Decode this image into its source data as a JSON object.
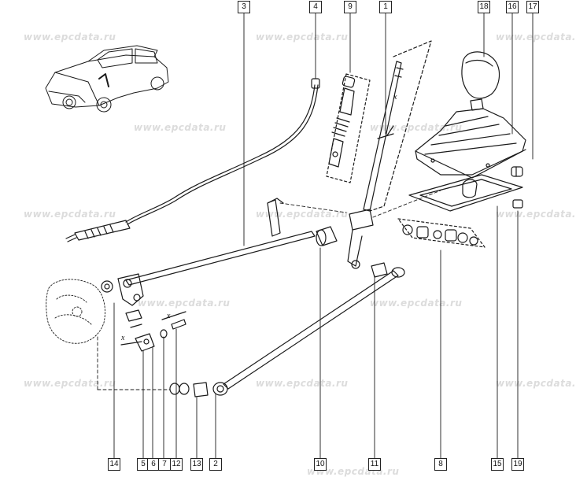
{
  "watermark": "www.epcdata.ru",
  "callouts": {
    "top": [
      "3",
      "4",
      "9",
      "1",
      "18",
      "16",
      "17"
    ],
    "bottom": [
      "14",
      "5",
      "6",
      "7",
      "12",
      "13",
      "2",
      "10",
      "11",
      "8",
      "15",
      "19"
    ]
  },
  "dimension_marks": {
    "x_upper": "x",
    "x_left": "x",
    "x_small": "x"
  },
  "colors": {
    "line": "#1a1a1a",
    "watermark": "#dcdcdc"
  }
}
